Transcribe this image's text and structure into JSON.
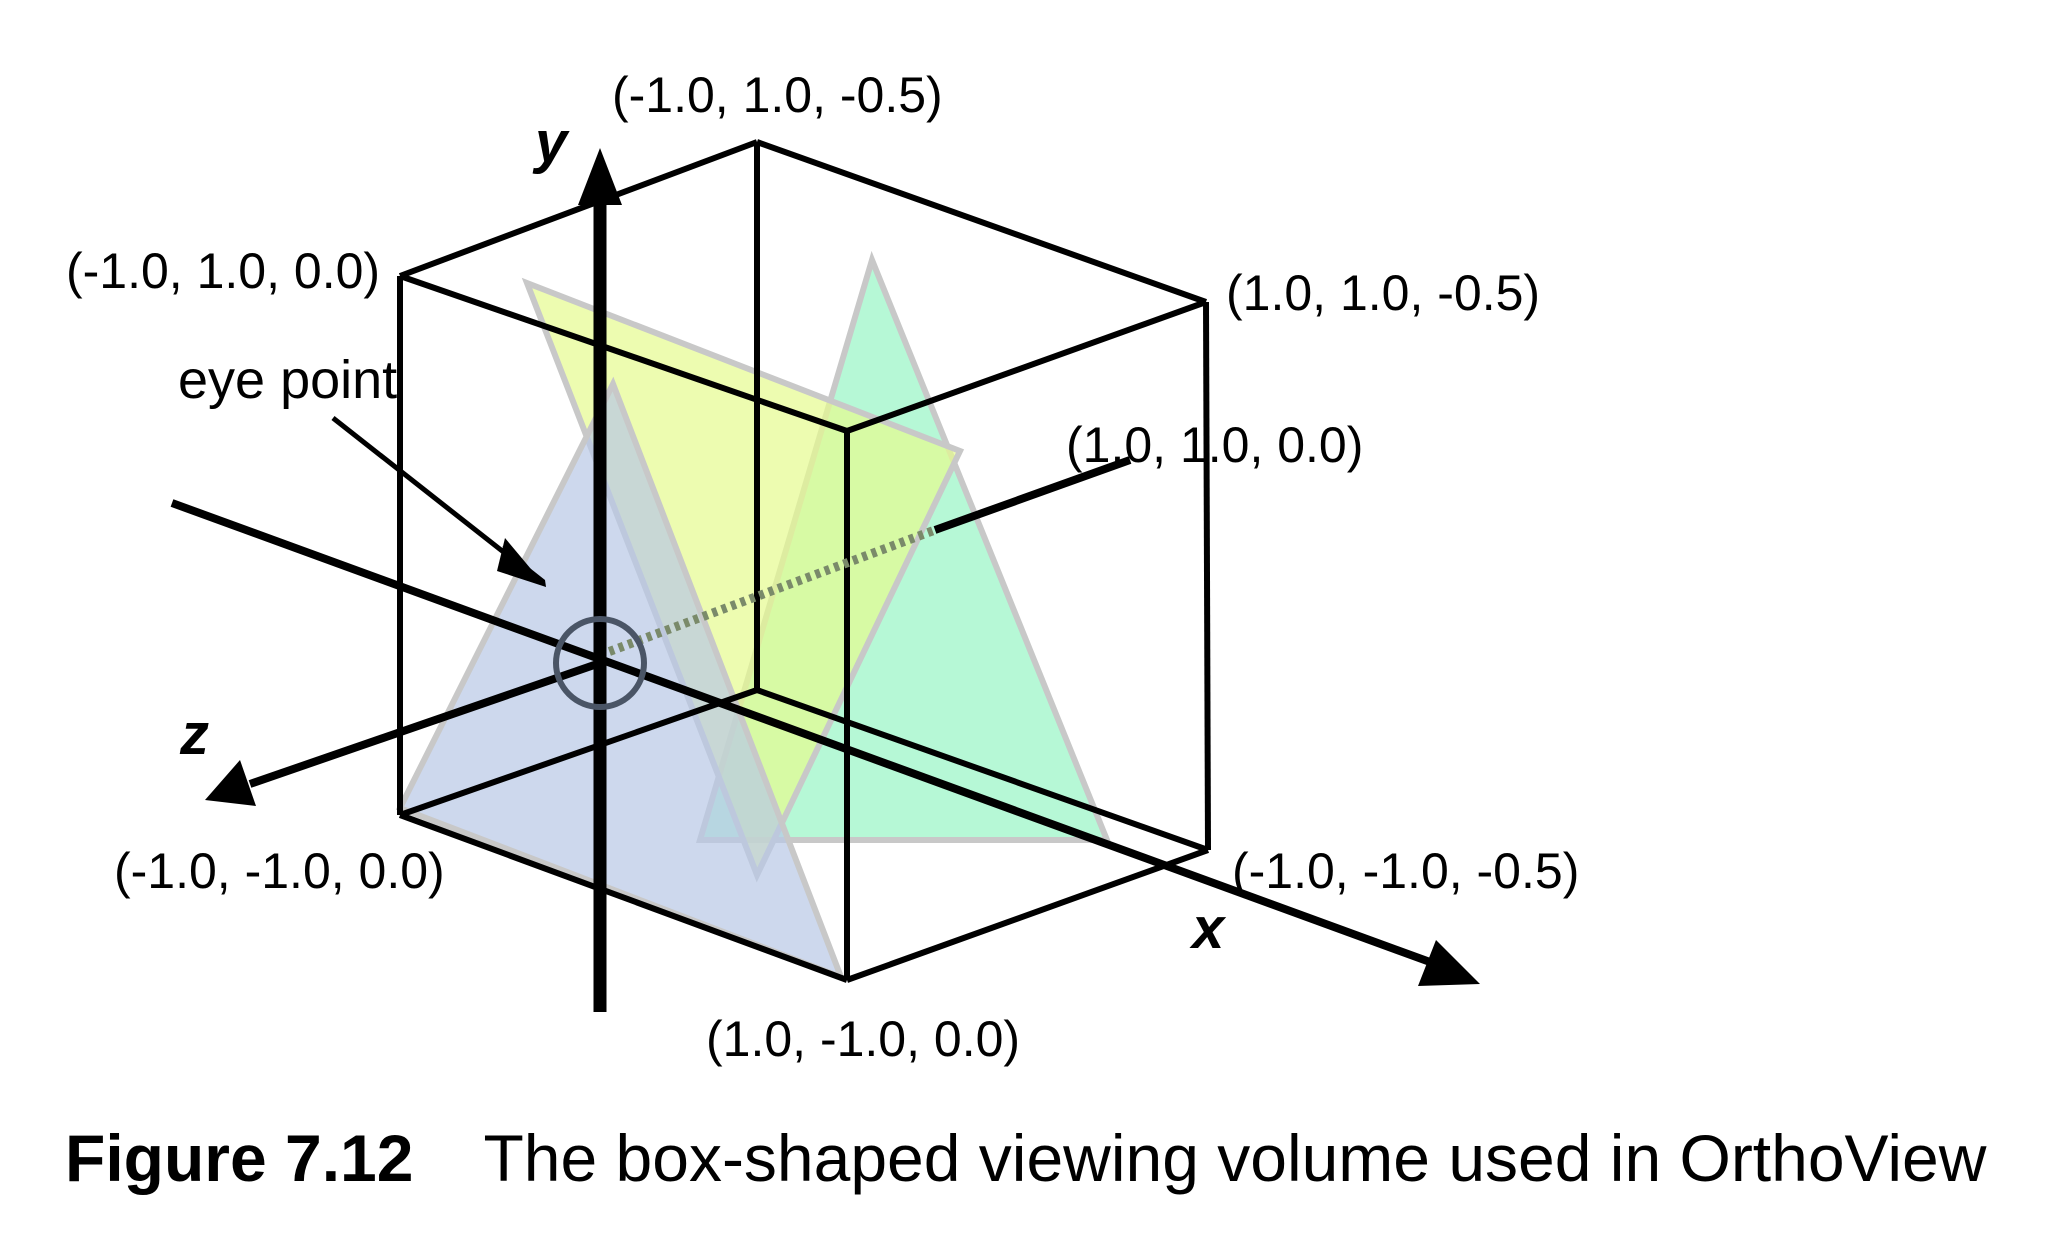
{
  "figure": {
    "caption": {
      "number": "Figure 7.12",
      "text": "The box-shaped viewing volume used in OrthoView"
    },
    "axes": {
      "x": "x",
      "y": "y",
      "z": "z"
    },
    "eye_point_label": "eye point",
    "corners": {
      "top_back_left": "(-1.0, 1.0, -0.5)",
      "top_front_left": "(-1.0, 1.0, 0.0)",
      "top_back_right": "(1.0, 1.0, -0.5)",
      "top_front_right": "(1.0, 1.0, 0.0)",
      "bottom_front_left": "(-1.0, -1.0, 0.0)",
      "bottom_back_left": "(-1.0, -1.0, -0.5)",
      "bottom_front_right": "(1.0, -1.0, 0.0)"
    },
    "colors": {
      "front_triangle": "#b8c8e6",
      "middle_triangle": "#e6fb8e",
      "back_triangle": "#8ff5c0",
      "triangle_border": "#c8c8c8",
      "lines": "#000000",
      "eye_circle": "#4a5566"
    }
  }
}
